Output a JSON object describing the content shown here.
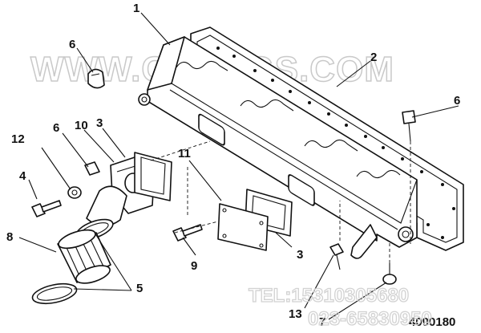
{
  "watermark": "WWW.CQKSGS.COM",
  "contact": {
    "tel": "TEL:15310305680",
    "phone": "023-65830950"
  },
  "figure_code": "4000180",
  "callouts": {
    "c1": "1",
    "c2": "2",
    "c3a": "3",
    "c3b": "3",
    "c4": "4",
    "c5": "5",
    "c6a": "6",
    "c6b": "6",
    "c6c": "6",
    "c7": "7",
    "c8": "8",
    "c9": "9",
    "c10": "10",
    "c11": "11",
    "c12": "12",
    "c13": "13"
  }
}
